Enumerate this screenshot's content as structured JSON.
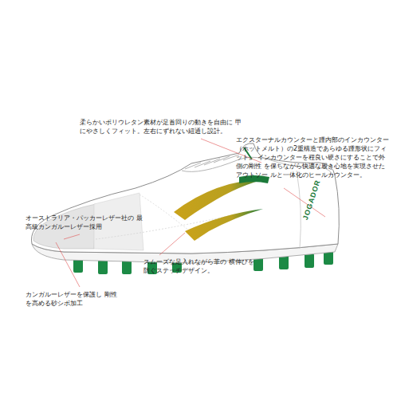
{
  "diagram": {
    "labels": [
      "エクスターナルカウンターと踵内部のインカウンター （ホットメルト）の2重構造であらゆる踵形状にフィット。 インカウンターを程良い硬さにすることで外側の剛性 を保ちながら快適な履き心地を実現させたアウトソー ルと一体化のヒールカウンター。",
      "柔らかいポリウレタン素材が足首回りの動きを自由に 甲にやさしくフィット。左右にずれない紐通し設計。",
      "オーストラリア・パッカーレザー社の 最高級カンガルーレザー採用",
      "カンガルーレザーを保護し 剛性を高める砂シボ加工",
      "スムーズな足入れながら革の 横伸びを防ぐステッチデザイン。",
      "JOGADOR"
    ]
  }
}
